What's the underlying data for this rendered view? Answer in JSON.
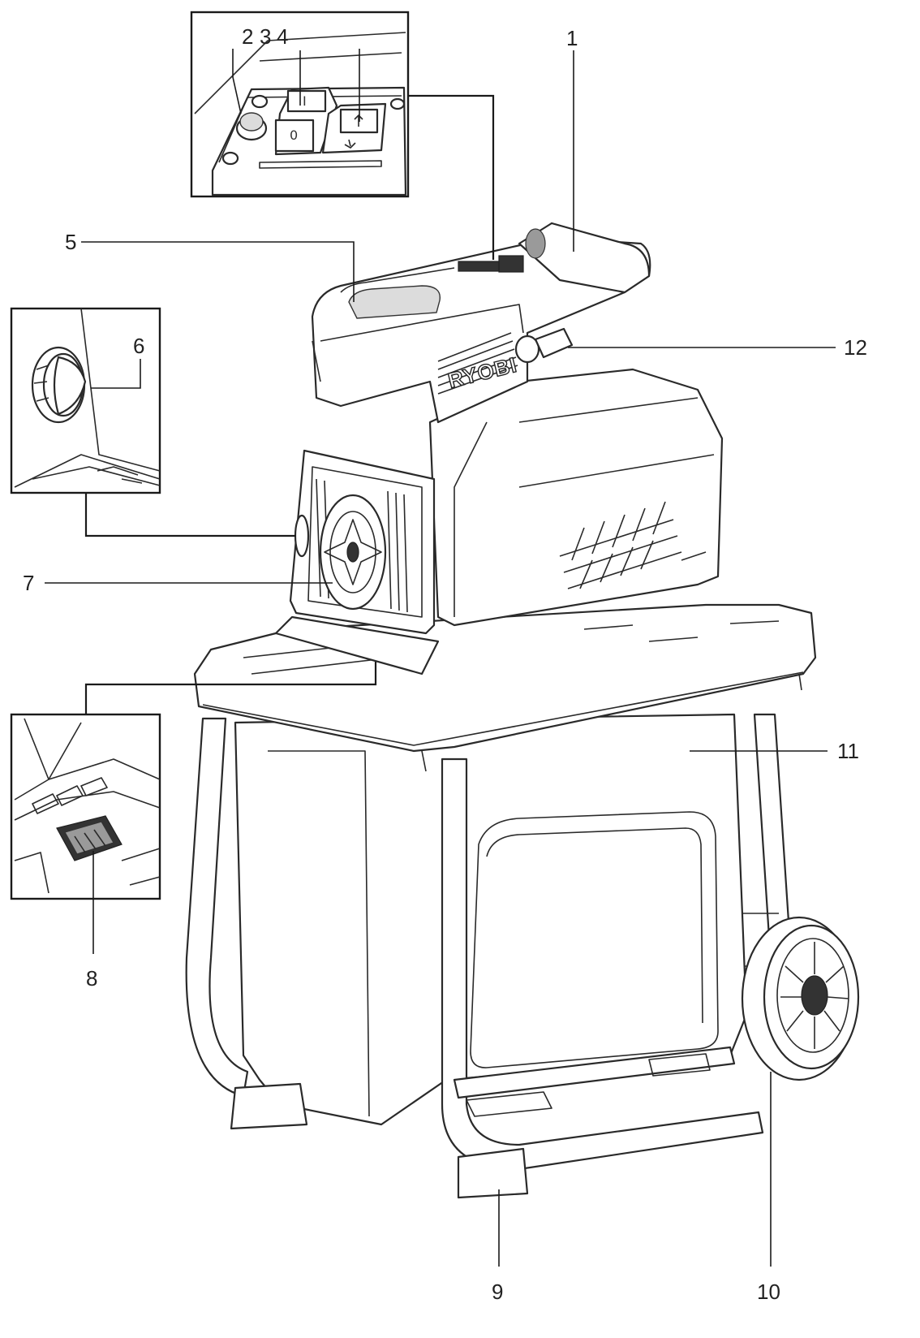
{
  "brand_logo_text": "RYOBI",
  "callouts": [
    {
      "id": "1",
      "label": "1"
    },
    {
      "id": "2",
      "label": "2"
    },
    {
      "id": "3",
      "label": "3"
    },
    {
      "id": "4",
      "label": "4"
    },
    {
      "id": "5",
      "label": "5"
    },
    {
      "id": "6",
      "label": "6"
    },
    {
      "id": "7",
      "label": "7"
    },
    {
      "id": "8",
      "label": "8"
    },
    {
      "id": "9",
      "label": "9"
    },
    {
      "id": "10",
      "label": "10"
    },
    {
      "id": "11",
      "label": "11"
    },
    {
      "id": "12",
      "label": "12"
    }
  ],
  "switch_symbols": {
    "on": "I",
    "off": "0"
  }
}
